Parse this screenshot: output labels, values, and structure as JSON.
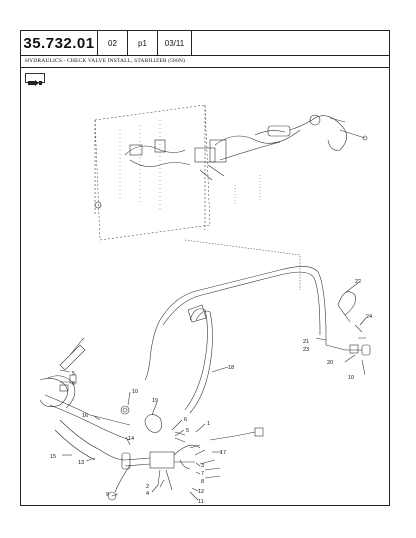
{
  "header": {
    "section_number": "35.732.01",
    "code": "02",
    "page": "p1",
    "date": "03/11"
  },
  "title": "HYDRAULICS - CHECK VALVE INSTALL, STABILIZER (580N)",
  "view_icon": "tractor-arrow-icon",
  "callouts": [
    "1",
    "2",
    "3",
    "4",
    "5",
    "6",
    "7",
    "8",
    "9",
    "10",
    "11",
    "12",
    "13",
    "14",
    "15",
    "16",
    "17",
    "18",
    "19",
    "20",
    "21",
    "22",
    "23",
    "24",
    "5",
    "6",
    "10"
  ]
}
